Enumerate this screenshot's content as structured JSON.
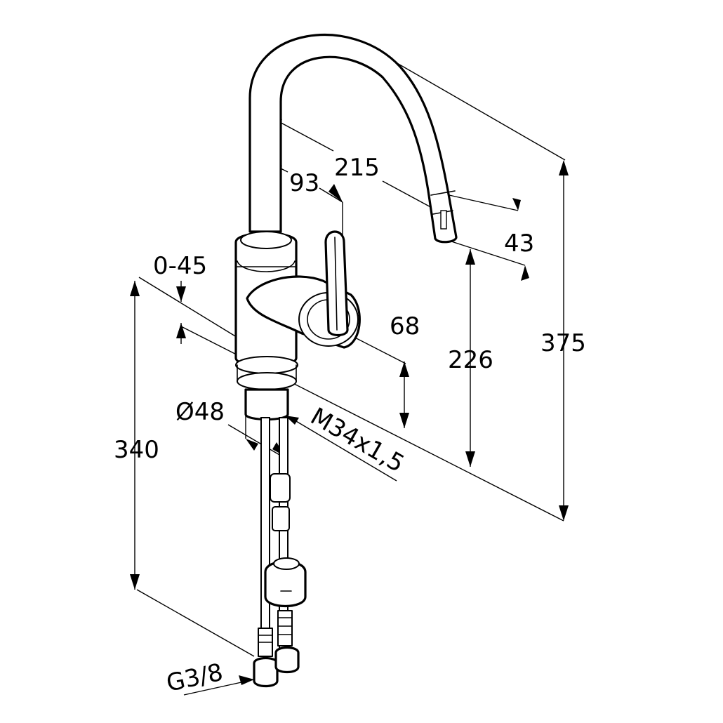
{
  "drawing": {
    "dimensions": {
      "reach": "215",
      "handle_offset": "93",
      "aerator_height": "43",
      "swivel_angle": "0-45",
      "handle_height": "68",
      "spout_clearance": "226",
      "total_height": "375",
      "body_diameter": "Ø48",
      "thread": "M34x1,5",
      "hose_length": "340",
      "connection": "G3/8"
    },
    "colors": {
      "line": "#000000",
      "background": "#ffffff"
    }
  }
}
